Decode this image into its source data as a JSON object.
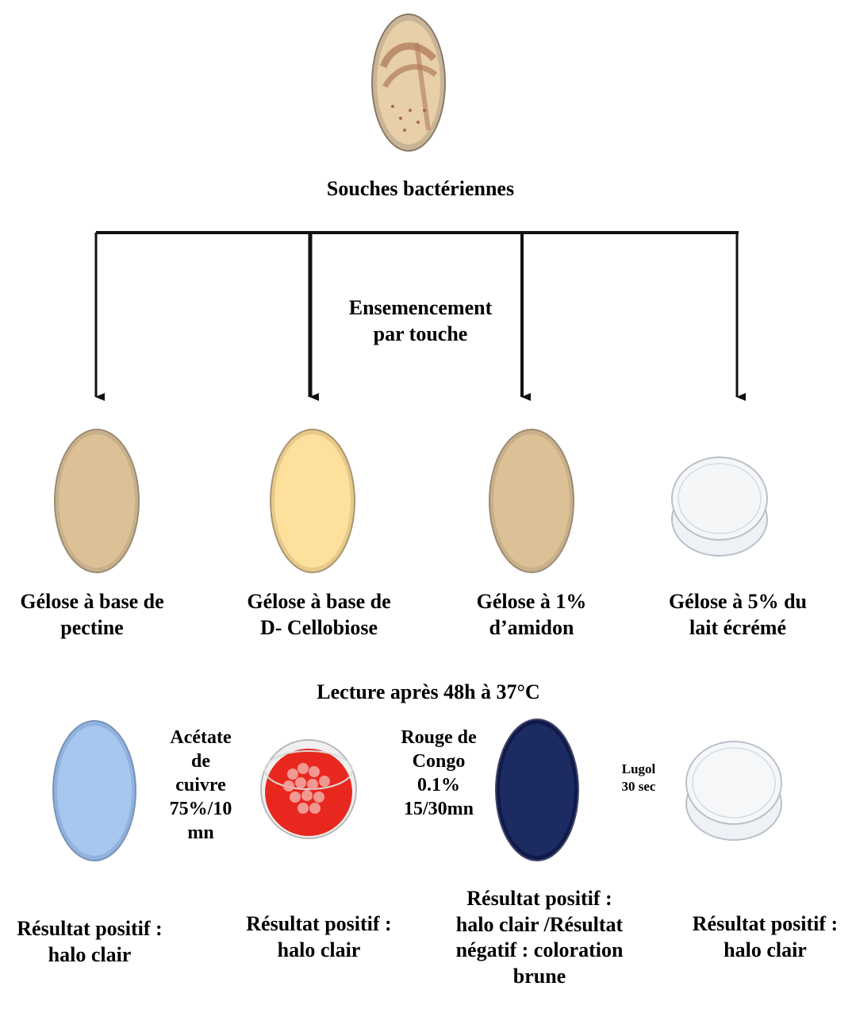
{
  "source": {
    "label": "Souches bactériennes",
    "color": "#e7cfa8"
  },
  "method_label": "Ensemencement\npar touche",
  "media": [
    {
      "label": "Gélose à base de\npectine",
      "color": "#dcc197"
    },
    {
      "label": "Gélose à base de\nD- Cellobiose",
      "color": "#fde09c"
    },
    {
      "label": "Gélose à 1%\nd’amidon",
      "color": "#dcc197"
    },
    {
      "label": "Gélose à 5% du\nlait écrémé",
      "color": "#f4f6f8"
    }
  ],
  "reading_label": "Lecture après 48h à 37°C",
  "reagents": [
    "Acétate\nde\ncuivre\n75%/10\nmn",
    "Rouge de\nCongo\n0.1%\n15/30mn",
    "Lugol\n30 sec"
  ],
  "results": [
    {
      "label": "Résultat positif :\nhalo clair",
      "color": "#a7c7ef"
    },
    {
      "label": "Résultat positif :\nhalo clair",
      "color": "#e8281e"
    },
    {
      "label": "Résultat positif :\nhalo clair /Résultat\nnégatif : coloration\nbrune",
      "color": "#1d2b63"
    },
    {
      "label": "Résultat positif :\nhalo clair",
      "color": "#f6f7f9"
    }
  ]
}
